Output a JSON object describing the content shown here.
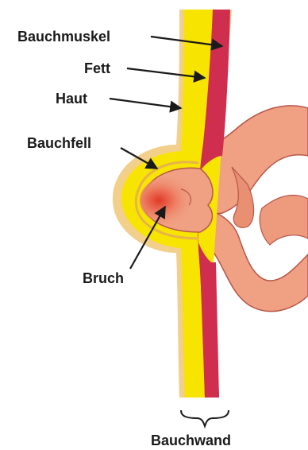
{
  "labels": {
    "abdominal_muscle": "Bauchmuskel",
    "fat": "Fett",
    "skin": "Haut",
    "peritoneum": "Bauchfell",
    "hernia": "Bruch",
    "abdominal_wall": "Bauchwand"
  },
  "colors": {
    "skin_layer": "#f2cf8a",
    "fat_layer": "#f7e400",
    "muscle_layer": "#cf2e4e",
    "intestine": "#f0a083",
    "intestine_outline": "#b8574a",
    "hernia_core": "#e0402f",
    "text": "#1a1a1a"
  }
}
